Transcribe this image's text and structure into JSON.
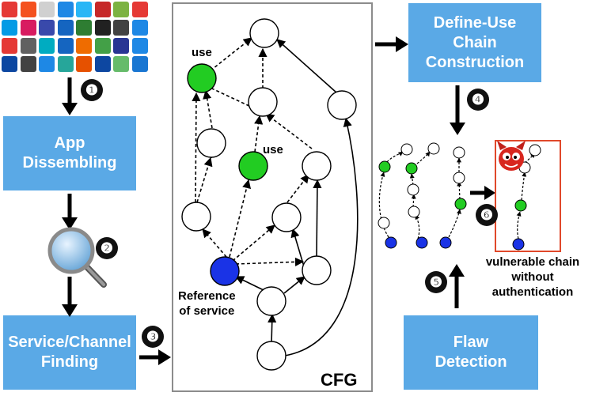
{
  "boxes": {
    "app_dissembling": [
      "App",
      "Dissembling"
    ],
    "service_channel": [
      "Service/Channel",
      "Finding"
    ],
    "define_use": [
      "Define-Use",
      "Chain",
      "Construction"
    ],
    "flaw_detection": [
      "Flaw",
      "Detection"
    ]
  },
  "steps": [
    "❶",
    "❷",
    "❸",
    "❹",
    "❺",
    "❻"
  ],
  "cfg": {
    "label": "CFG",
    "use_label": "use",
    "reference_label": [
      "Reference",
      "of service"
    ]
  },
  "vulnerable_label": [
    "vulnerable chain",
    "without",
    "authentication"
  ],
  "colors": {
    "box": "#5aa9e6",
    "use_node": "#22cc22",
    "reference_node": "#1a33e6",
    "highlight_border": "#e0482a"
  },
  "icons": [
    "app-icons-grid",
    "magnifier-icon",
    "devil-icon"
  ],
  "app_tiles": [
    "#e53935",
    "#f4511e",
    "#d0d0d0",
    "#1e88e5",
    "#29b6f6",
    "#c62828",
    "#7cb342",
    "#e53935",
    "#039be5",
    "#d81b60",
    "#3949ab",
    "#1565c0",
    "#2e7d32",
    "#212121",
    "#424242",
    "#1e88e5",
    "#e53935",
    "#616161",
    "#00acc1",
    "#1565c0",
    "#ef6c00",
    "#43a047",
    "#283593",
    "#1e88e5",
    "#0d47a1",
    "#424242",
    "#1e88e5",
    "#26a69a",
    "#e65100",
    "#0d47a1",
    "#66bb6a",
    "#1976d2"
  ]
}
